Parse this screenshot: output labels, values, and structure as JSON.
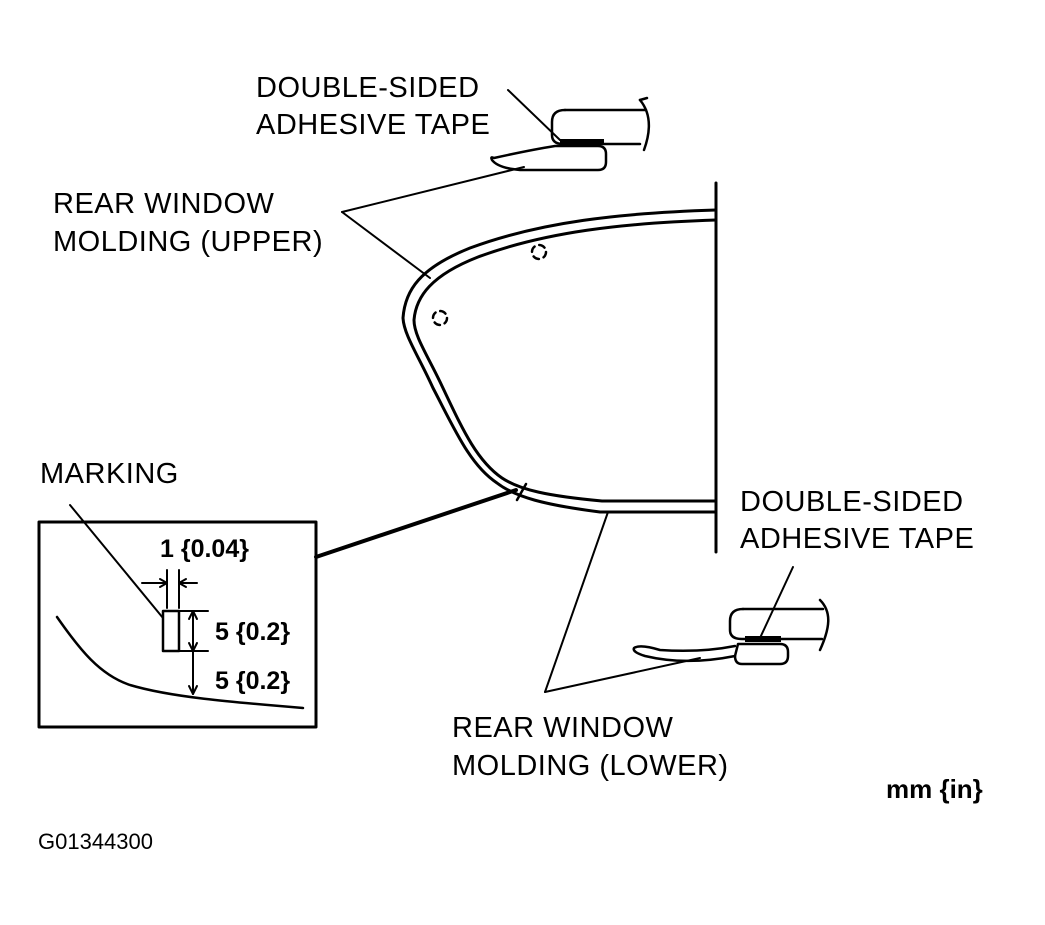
{
  "labels": {
    "tape_upper_line1": "DOUBLE-SIDED",
    "tape_upper_line2": "ADHESIVE TAPE",
    "molding_upper_line1": "REAR WINDOW",
    "molding_upper_line2": "MOLDING (UPPER)",
    "marking": "MARKING",
    "tape_lower_line1": "DOUBLE-SIDED",
    "tape_lower_line2": "ADHESIVE TAPE",
    "molding_lower_line1": "REAR WINDOW",
    "molding_lower_line2": "MOLDING (LOWER)"
  },
  "dimensions": {
    "width": "1 {0.04}",
    "height": "5 {0.2}",
    "offset": "5 {0.2}"
  },
  "units": "mm {in}",
  "figure_code": "G01344300"
}
